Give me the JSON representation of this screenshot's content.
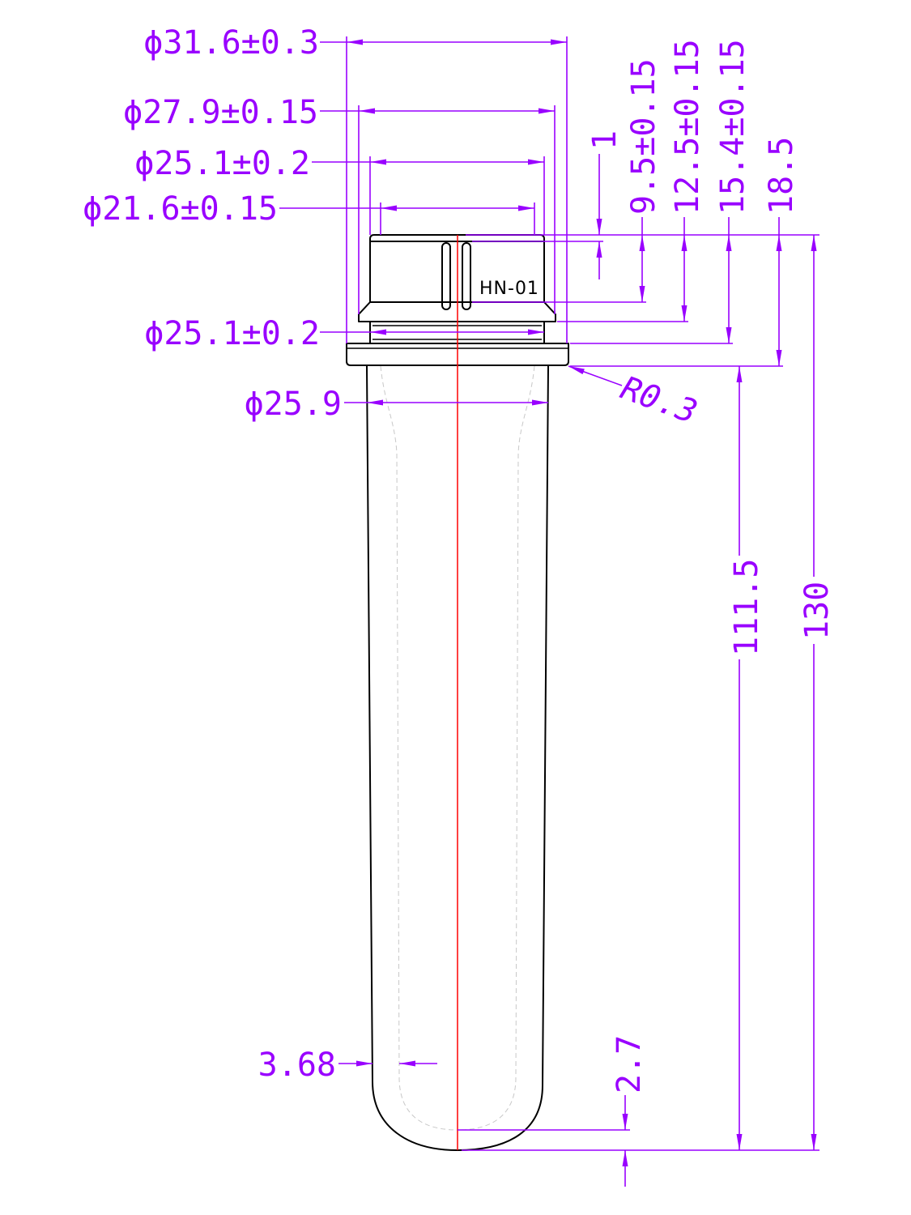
{
  "drawing": {
    "part_mark": "HN-01",
    "colors": {
      "dimension": "#9900ff",
      "outline": "#000000",
      "centerline": "#ff0000",
      "hidden_line": "#c8c8c8"
    }
  },
  "dimensions": {
    "dia_flange": "ϕ31.6±0.3",
    "dia_support": "ϕ27.9±0.15",
    "dia_thread_upper": "ϕ25.1±0.2",
    "dia_root": "ϕ21.6±0.15",
    "dia_thread_lower": "ϕ25.1±0.2",
    "dia_body": "ϕ25.9",
    "radius": "R0.3",
    "h_lip": "1",
    "h_thread": "9.5±0.15",
    "h_support": "12.5±0.15",
    "h_neck": "15.4±0.15",
    "h_finish": "18.5",
    "h_body": "111.5",
    "h_total": "130",
    "wall": "3.68",
    "bottom": "2.7"
  }
}
